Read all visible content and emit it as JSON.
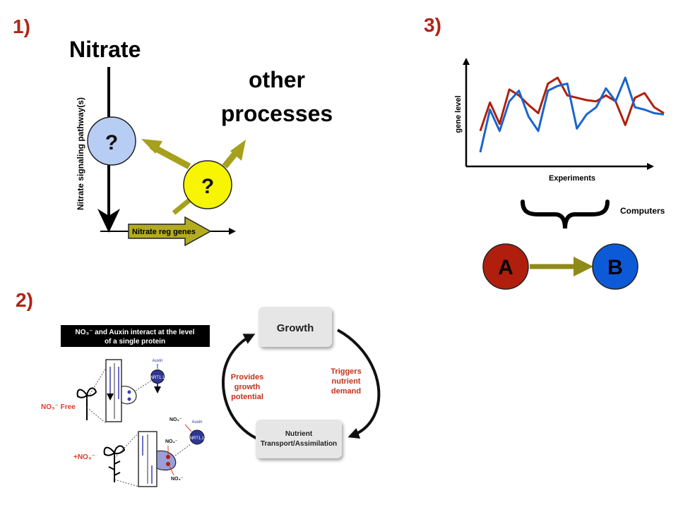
{
  "panel1": {
    "number": "1)",
    "nitrate": "Nitrate",
    "pathway_label": "Nitrate signaling pathway(s)",
    "question_blue": "?",
    "question_yellow": "?",
    "other_line1": "other",
    "other_line2": "processes",
    "genes_label": "Nitrate reg genes"
  },
  "panel2": {
    "number": "2)",
    "banner_line1": "NO₃⁻ and Auxin interact at the level",
    "banner_line2": "of a single protein",
    "top_auxin": "Auxin",
    "top_nrt": "NRT1.1",
    "free_label": "NO₃⁻ Free",
    "plus_label": "+NO₃⁻",
    "bottom_auxin": "Auxin",
    "bottom_nrt": "NRT1.1",
    "no3_a": "NO₃⁻",
    "no3_b": "NO₃⁻",
    "no3_c": "NO₃⁻",
    "growth": "Growth",
    "provides_1": "Provides",
    "provides_2": "growth",
    "provides_3": "potential",
    "triggers_1": "Triggers",
    "triggers_2": "nutrient",
    "triggers_3": "demand",
    "nutrient_1": "Nutrient",
    "nutrient_2": "Transport/Assimilation"
  },
  "panel3": {
    "number": "3)",
    "ylabel": "gene level",
    "xlabel": "Experiments",
    "computers": "Computers",
    "node_a": "A",
    "node_b": "B"
  },
  "colors": {
    "panel_number": "#b02418",
    "blue_node": "#b8cdf4",
    "yellow_node": "#f7f500",
    "olive_arrow": "#a6a01c",
    "red_node": "#b01f0e",
    "blue_b": "#0d5ad6",
    "red_series": "#b0200e",
    "blue_series": "#1a64cc",
    "cycle_box": "#e6e6e6",
    "cycle_red_text": "#c43018"
  },
  "chart_data": {
    "type": "line",
    "title": "",
    "xlabel": "Experiments",
    "ylabel": "gene level",
    "x": [
      1,
      2,
      3,
      4,
      5,
      6,
      7,
      8,
      9,
      10,
      11,
      12,
      13,
      14,
      15,
      16,
      17,
      18,
      19,
      20
    ],
    "series": [
      {
        "values": [
          3.0,
          5.4,
          3.6,
          6.5,
          6.0,
          5.2,
          4.5,
          7.0,
          7.5,
          6.0,
          5.8,
          5.6,
          5.5,
          6.0,
          5.5,
          3.5,
          5.8,
          6.2,
          5.0,
          4.5
        ]
      },
      {
        "values": [
          1.2,
          4.8,
          3.0,
          5.5,
          6.4,
          4.2,
          3.0,
          6.4,
          6.8,
          7.0,
          3.2,
          4.4,
          5.0,
          6.6,
          5.5,
          7.5,
          5.0,
          4.8,
          4.5,
          4.4
        ]
      }
    ],
    "ylim": [
      0,
      9
    ],
    "grid": false
  }
}
